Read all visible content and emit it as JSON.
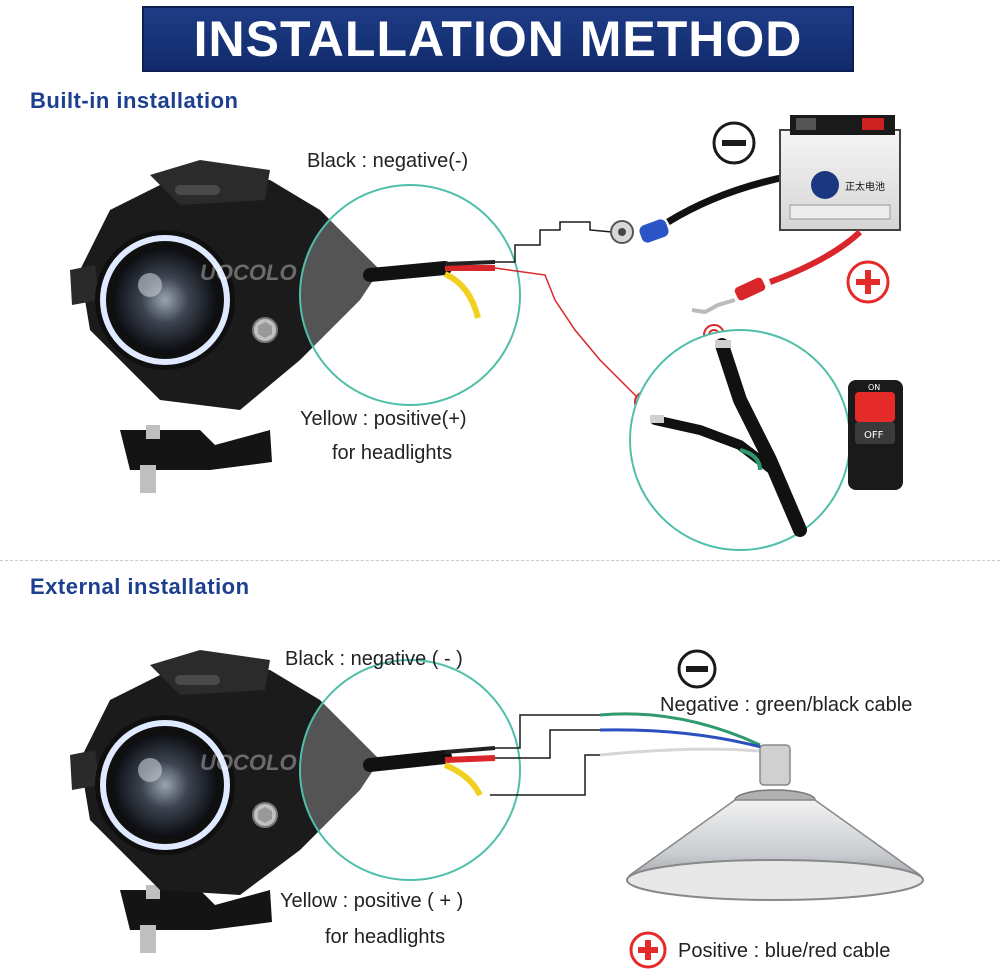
{
  "header": {
    "title": "INSTALLATION METHOD"
  },
  "builtin": {
    "title": "Built-in installation",
    "black_label": "Black : negative(-)",
    "yellow_label_1": "Yellow : positive(+)",
    "yellow_label_2": "for headlights",
    "watermark": "UOCOLO",
    "battery_label": "正太电池",
    "switch_on": "ON",
    "switch_off": "OFF"
  },
  "external": {
    "title": "External installation",
    "black_label": "Black : negative ( - )",
    "yellow_label_1": "Yellow : positive ( + )",
    "yellow_label_2": "for headlights",
    "negative_label": "Negative : green/black cable",
    "positive_label": "Positive : blue/red cable",
    "watermark": "UOCOLO"
  },
  "colors": {
    "banner": "#1a3780",
    "section_title": "#1d3f8f",
    "circle_outline": "#4fbfa9",
    "wire_red": "#d9262a",
    "wire_black": "#1a1a1a",
    "wire_green": "#2e9a6e",
    "wire_blue": "#2a4fbf",
    "symbol_red": "#e52a2a"
  },
  "icons": [
    "minus-circle-icon",
    "plus-circle-icon",
    "battery-icon",
    "switch-icon",
    "headlight-icon",
    "lamp-reflector-icon"
  ]
}
